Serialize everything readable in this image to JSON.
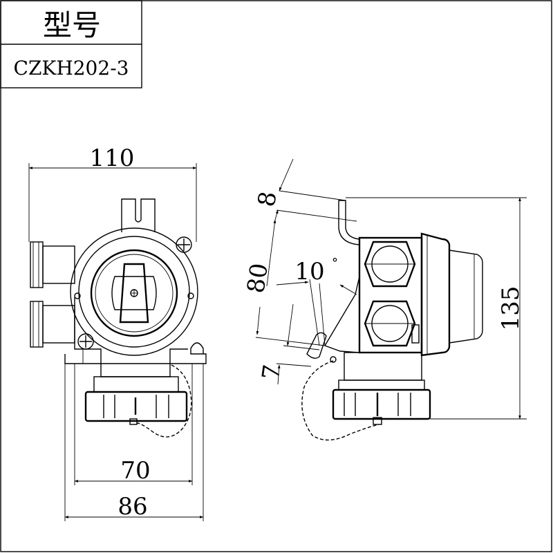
{
  "title_block": {
    "heading": "型号",
    "model": "CZKH202-3"
  },
  "dimensions": {
    "front_width": "110",
    "front_inner": "70",
    "front_base": "86",
    "side_top_offset": "8",
    "side_depth": "80",
    "side_angle": "10",
    "side_angle_unit": "°",
    "side_small": "7",
    "side_height": "135"
  }
}
